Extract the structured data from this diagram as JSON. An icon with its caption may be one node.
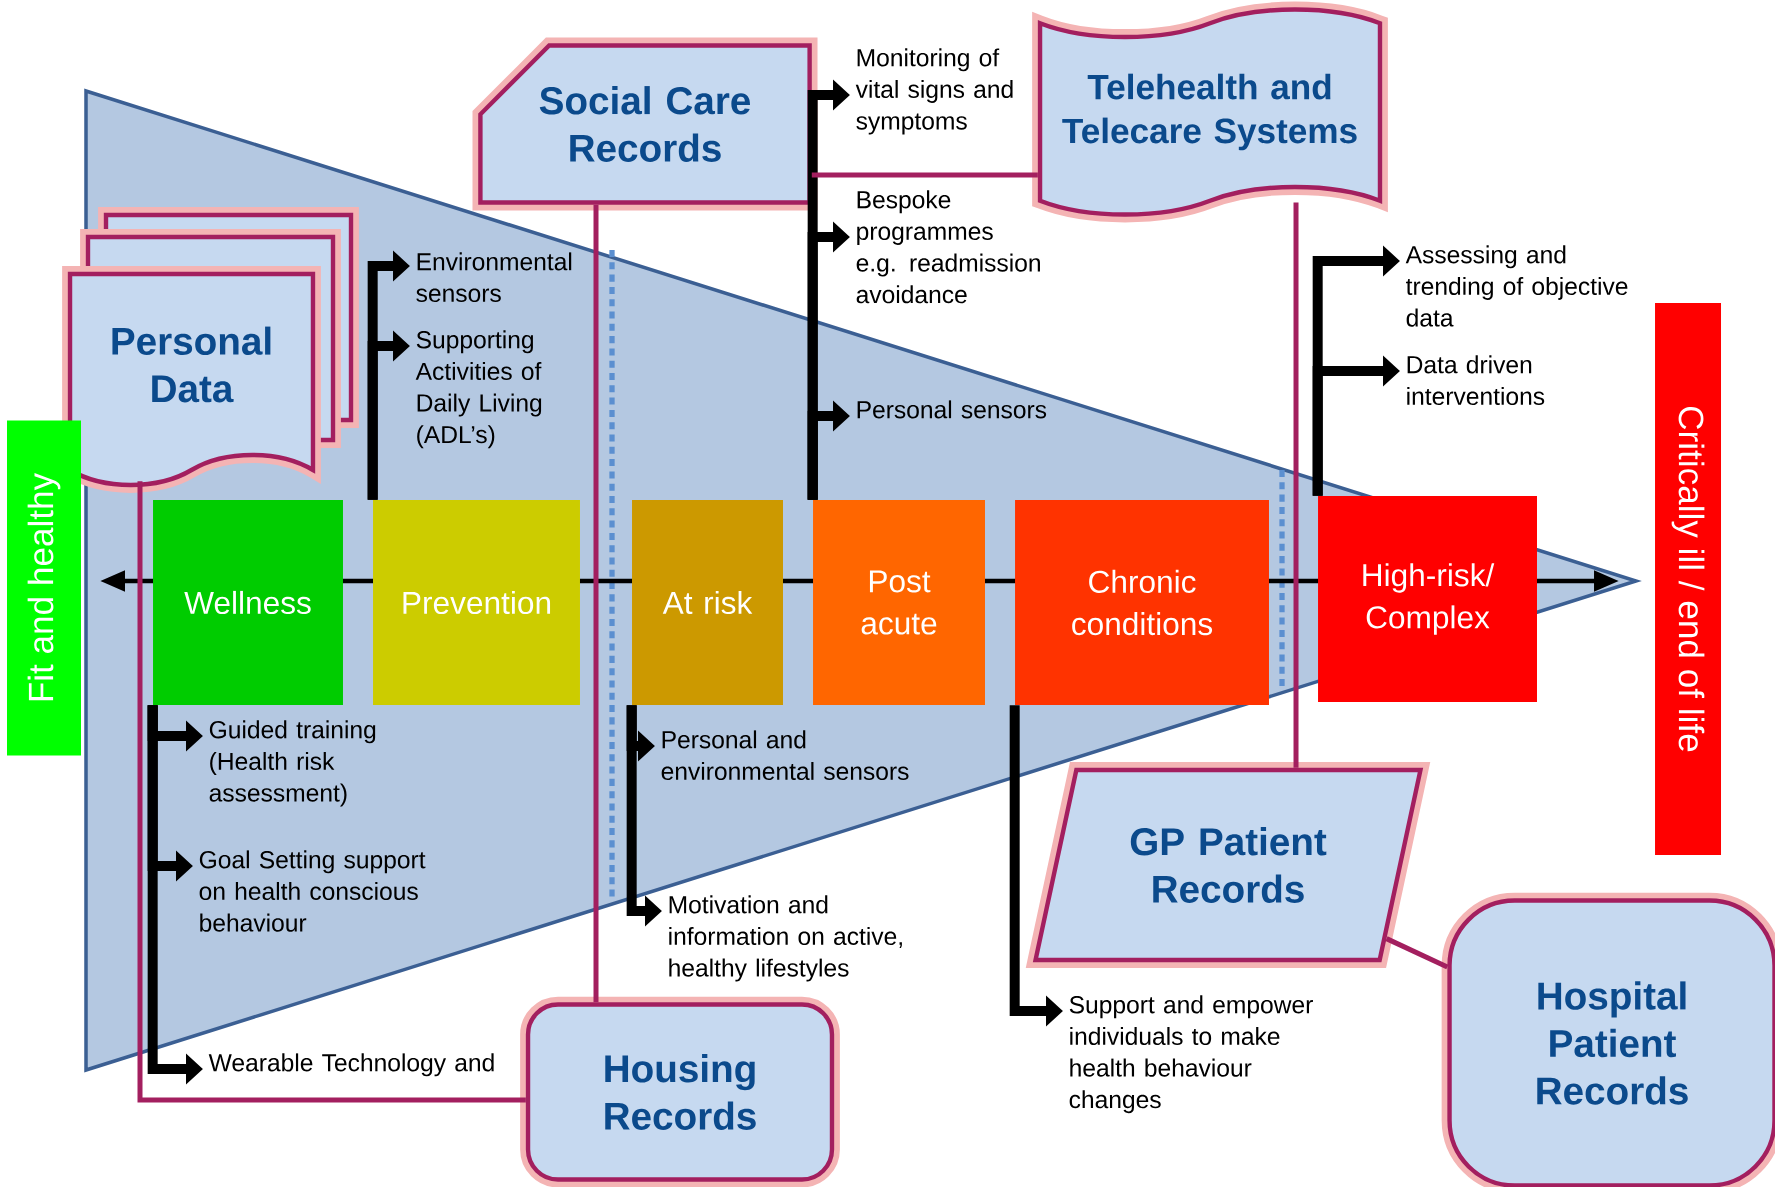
{
  "diagram": {
    "nodes": [
      {
        "text": [
          "Personal Data"
        ]
      },
      {
        "text": [
          "Social Care Records"
        ]
      },
      {
        "text": [
          "Telehealth and Telecare Systems"
        ]
      },
      {
        "text": [
          "Fit and healthy"
        ]
      },
      {
        "text": [
          "Wellness"
        ]
      },
      {
        "text": [
          "Prevention"
        ]
      },
      {
        "text": [
          "At risk"
        ]
      },
      {
        "text": [
          "Post acute"
        ]
      },
      {
        "text": [
          "Chronic conditions"
        ]
      },
      {
        "text": [
          "High-risk/ Complex"
        ]
      },
      {
        "text": [
          "Critically ill / end of life"
        ]
      },
      {
        "text": [
          "GP Patient Records"
        ]
      },
      {
        "text": [
          "Housing Records"
        ]
      },
      {
        "text": [
          "Hospital Patient Records"
        ]
      },
      {
        "text": [
          "Environmental sensors"
        ]
      },
      {
        "text": [
          "Supporting Activities of Daily Living (ADL’s)"
        ]
      },
      {
        "text": [
          "Monitoring of vital signs and symptoms"
        ]
      },
      {
        "text": [
          "Bespoke programmes e.g. readmission avoidance"
        ]
      },
      {
        "text": [
          "Personal sensors"
        ]
      },
      {
        "text": [
          "Assessing and trending of objective data"
        ]
      },
      {
        "text": [
          "Data driven interventions"
        ]
      },
      {
        "text": [
          "Guided training (Health risk assessment)"
        ]
      },
      {
        "text": [
          "Goal Setting support on health conscious behaviour"
        ]
      },
      {
        "text": [
          "Wearable Technology and"
        ]
      },
      {
        "text": [
          "Personal and environmental sensors"
        ]
      },
      {
        "text": [
          "Motivation and information on active, healthy lifestyles"
        ]
      },
      {
        "text": [
          "Support and empower individuals to make health behaviour changes"
        ]
      }
    ],
    "edges": [
      {
        "from": 4,
        "to": 21,
        "arrow": "to"
      },
      {
        "from": 4,
        "to": 22,
        "arrow": "to"
      },
      {
        "from": 4,
        "to": 23,
        "arrow": "to"
      },
      {
        "from": 5,
        "to": 14,
        "arrow": "to"
      },
      {
        "from": 5,
        "to": 15,
        "arrow": "to"
      },
      {
        "from": 6,
        "to": 24,
        "arrow": "to"
      },
      {
        "from": 6,
        "to": 25,
        "arrow": "to"
      },
      {
        "from": 7,
        "to": 16,
        "arrow": "to"
      },
      {
        "from": 7,
        "to": 17,
        "arrow": "to"
      },
      {
        "from": 7,
        "to": 18,
        "arrow": "to"
      },
      {
        "from": 8,
        "to": 26,
        "arrow": "to"
      },
      {
        "from": 9,
        "to": 19,
        "arrow": "to"
      },
      {
        "from": 9,
        "to": 20,
        "arrow": "to"
      },
      {
        "from": 0,
        "to": 12,
        "arrow": "none",
        "color": "#a31f5f"
      },
      {
        "from": 1,
        "to": 12,
        "arrow": "none",
        "color": "#a31f5f"
      },
      {
        "from": 1,
        "to": 2,
        "arrow": "none",
        "color": "#a31f5f"
      },
      {
        "from": 2,
        "to": 11,
        "arrow": "none",
        "color": "#a31f5f"
      },
      {
        "from": 11,
        "to": 13,
        "arrow": "none",
        "color": "#a31f5f"
      }
    ]
  }
}
